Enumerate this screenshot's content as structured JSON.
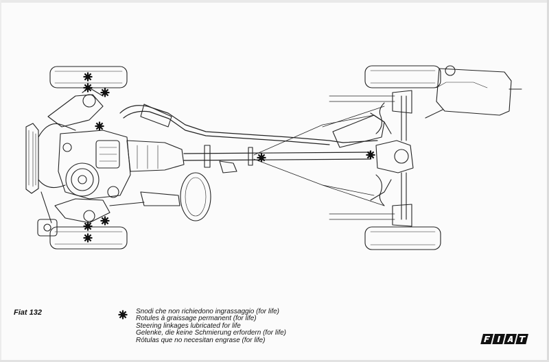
{
  "caption": {
    "model": "Fiat 132",
    "legend_lines": [
      "Snodi che non richiedono ingrassaggio (for life)",
      "Rotules à graissage permanent (for life)",
      "Steering linkages lubricated for life",
      "Gelenke, die keine Schmierung erfordern (for life)",
      "Rótulas que no necesitan engrase (for life)"
    ]
  },
  "brand": {
    "logo_text": "FIAT"
  },
  "icons": {
    "legend_marker": "asterisk-icon",
    "joint_marker": "asterisk-icon"
  },
  "colors": {
    "ink": "#111111",
    "paper": "#fbfbfb",
    "logo_bg": "#111111",
    "logo_fg": "#ffffff"
  }
}
